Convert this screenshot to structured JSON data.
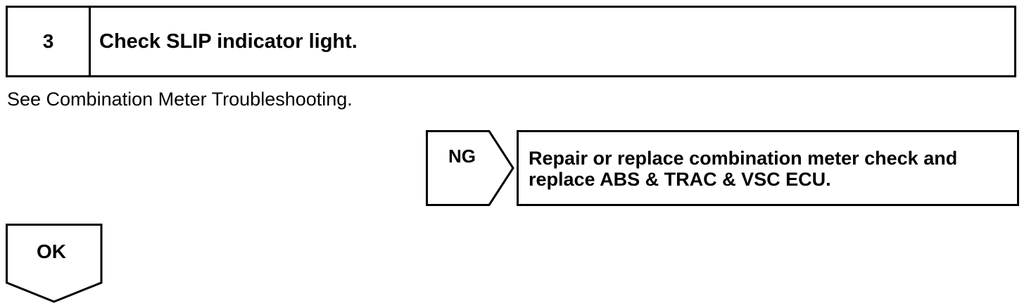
{
  "step": {
    "number": "3",
    "title": "Check SLIP indicator light."
  },
  "note": "See Combination Meter Troubleshooting.",
  "ng": {
    "label": "NG",
    "action_line1": "Repair or replace combination meter check and",
    "action_line2": "replace ABS & TRAC & VSC ECU."
  },
  "ok": {
    "label": "OK"
  }
}
